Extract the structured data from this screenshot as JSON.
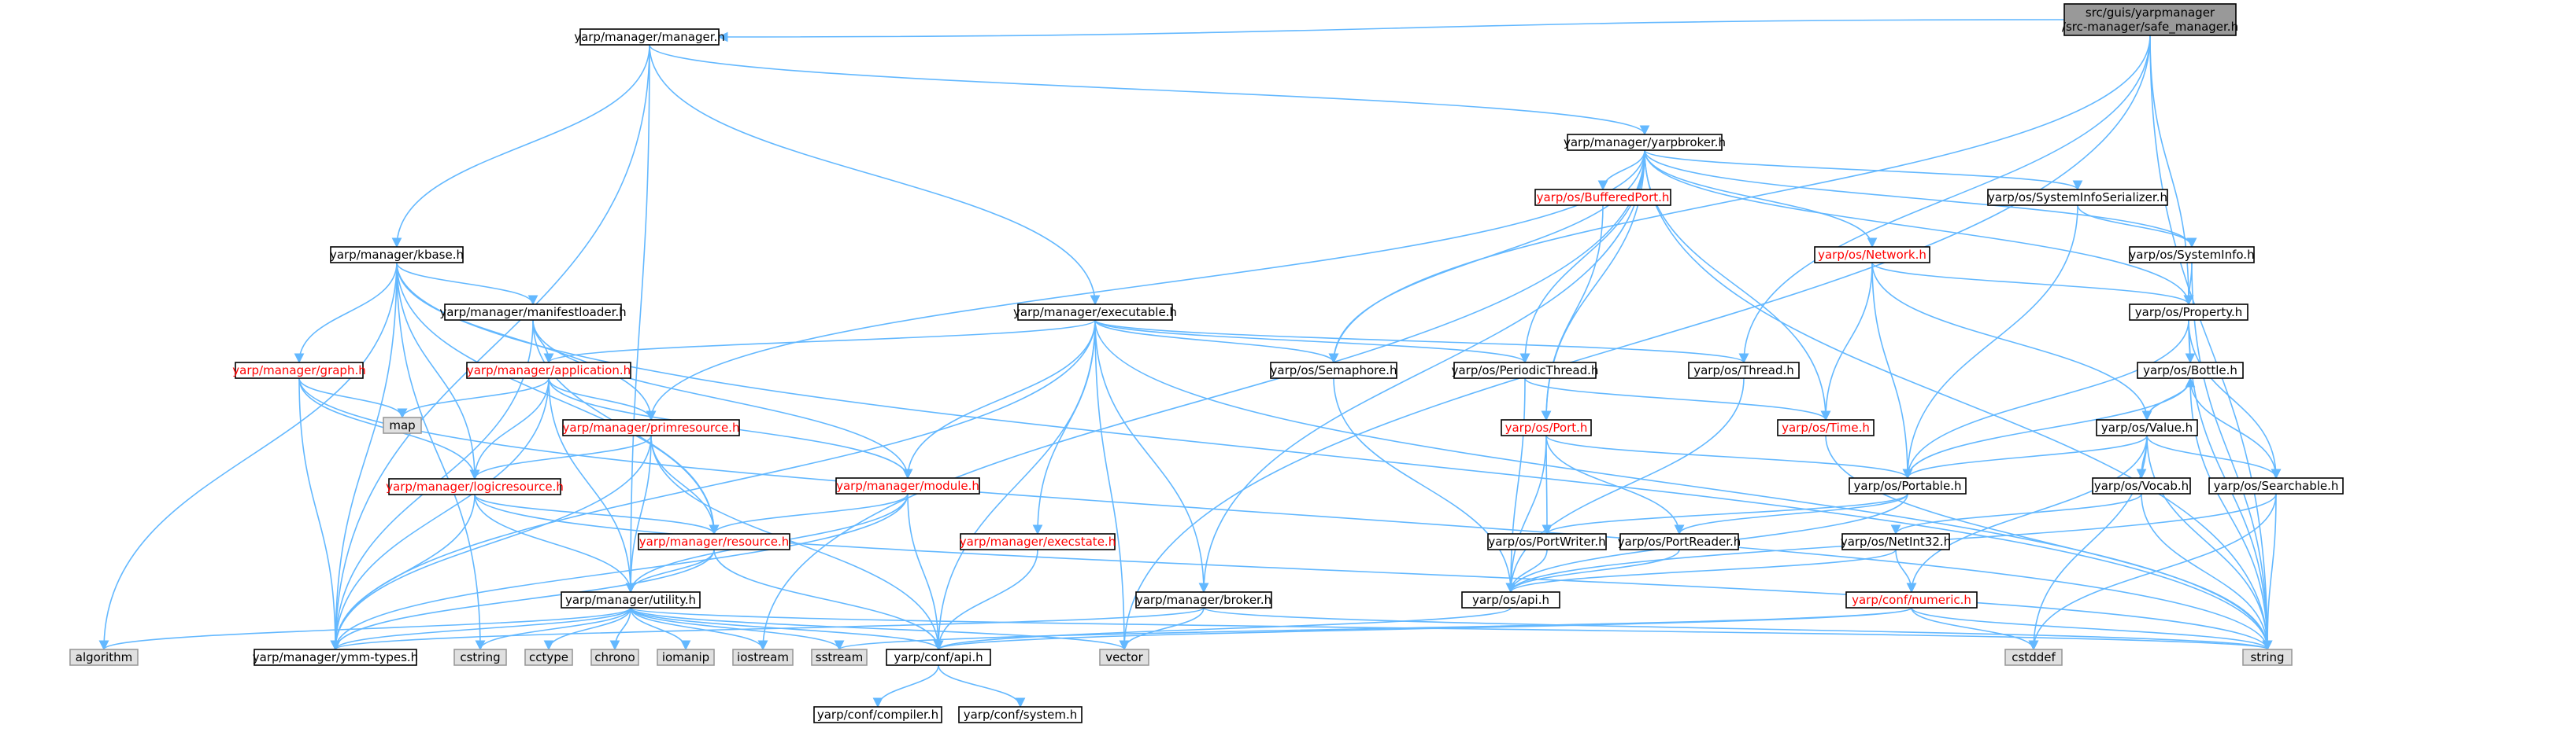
{
  "graph": {
    "colors": {
      "edge": "#63b8ff",
      "node_border": "#000000",
      "node_fill": "#ffffff",
      "red_text": "#ff0000",
      "gray_border": "#999999",
      "gray_fill": "#e0e0e0",
      "root_fill": "#999999"
    },
    "nodes": [
      {
        "id": "root",
        "lines": [
          "src/guis/yarpmanager",
          "/src-manager/safe_manager.h"
        ],
        "style": "root"
      },
      {
        "id": "manager_h",
        "lines": [
          "yarp/manager/manager.h"
        ],
        "style": "normal"
      },
      {
        "id": "yarpbroker_h",
        "lines": [
          "yarp/manager/yarpbroker.h"
        ],
        "style": "normal"
      },
      {
        "id": "kbase_h",
        "lines": [
          "yarp/manager/kbase.h"
        ],
        "style": "normal"
      },
      {
        "id": "executable_h",
        "lines": [
          "yarp/manager/executable.h"
        ],
        "style": "normal"
      },
      {
        "id": "manifestloader_h",
        "lines": [
          "yarp/manager/manifestloader.h"
        ],
        "style": "normal"
      },
      {
        "id": "application_h",
        "lines": [
          "yarp/manager/application.h"
        ],
        "style": "red"
      },
      {
        "id": "graph_h",
        "lines": [
          "yarp/manager/graph.h"
        ],
        "style": "red"
      },
      {
        "id": "map",
        "lines": [
          "map"
        ],
        "style": "gray"
      },
      {
        "id": "primresource_h",
        "lines": [
          "yarp/manager/primresource.h"
        ],
        "style": "red"
      },
      {
        "id": "logicresource_h",
        "lines": [
          "yarp/manager/logicresource.h"
        ],
        "style": "red"
      },
      {
        "id": "module_h",
        "lines": [
          "yarp/manager/module.h"
        ],
        "style": "red"
      },
      {
        "id": "resource_h",
        "lines": [
          "yarp/manager/resource.h"
        ],
        "style": "red"
      },
      {
        "id": "execstate_h",
        "lines": [
          "yarp/manager/execstate.h"
        ],
        "style": "red"
      },
      {
        "id": "broker_h",
        "lines": [
          "yarp/manager/broker.h"
        ],
        "style": "normal"
      },
      {
        "id": "utility_h",
        "lines": [
          "yarp/manager/utility.h"
        ],
        "style": "normal"
      },
      {
        "id": "ymm_types_h",
        "lines": [
          "yarp/manager/ymm-types.h"
        ],
        "style": "normal"
      },
      {
        "id": "algorithm",
        "lines": [
          "algorithm"
        ],
        "style": "gray"
      },
      {
        "id": "cstring",
        "lines": [
          "cstring"
        ],
        "style": "gray"
      },
      {
        "id": "cctype",
        "lines": [
          "cctype"
        ],
        "style": "gray"
      },
      {
        "id": "chrono",
        "lines": [
          "chrono"
        ],
        "style": "gray"
      },
      {
        "id": "iomanip",
        "lines": [
          "iomanip"
        ],
        "style": "gray"
      },
      {
        "id": "iostream",
        "lines": [
          "iostream"
        ],
        "style": "gray"
      },
      {
        "id": "sstream",
        "lines": [
          "sstream"
        ],
        "style": "gray"
      },
      {
        "id": "vector",
        "lines": [
          "vector"
        ],
        "style": "gray"
      },
      {
        "id": "conf_api_h",
        "lines": [
          "yarp/conf/api.h"
        ],
        "style": "normal"
      },
      {
        "id": "conf_compiler_h",
        "lines": [
          "yarp/conf/compiler.h"
        ],
        "style": "normal"
      },
      {
        "id": "conf_system_h",
        "lines": [
          "yarp/conf/system.h"
        ],
        "style": "normal"
      },
      {
        "id": "semaphore_h",
        "lines": [
          "yarp/os/Semaphore.h"
        ],
        "style": "normal"
      },
      {
        "id": "periodicthread_h",
        "lines": [
          "yarp/os/PeriodicThread.h"
        ],
        "style": "normal"
      },
      {
        "id": "thread_h",
        "lines": [
          "yarp/os/Thread.h"
        ],
        "style": "normal"
      },
      {
        "id": "bufferedport_h",
        "lines": [
          "yarp/os/BufferedPort.h"
        ],
        "style": "red"
      },
      {
        "id": "port_h",
        "lines": [
          "yarp/os/Port.h"
        ],
        "style": "red"
      },
      {
        "id": "time_h",
        "lines": [
          "yarp/os/Time.h"
        ],
        "style": "red"
      },
      {
        "id": "network_h",
        "lines": [
          "yarp/os/Network.h"
        ],
        "style": "red"
      },
      {
        "id": "sysinfoser_h",
        "lines": [
          "yarp/os/SystemInfoSerializer.h"
        ],
        "style": "normal"
      },
      {
        "id": "sysinfo_h",
        "lines": [
          "yarp/os/SystemInfo.h"
        ],
        "style": "normal"
      },
      {
        "id": "property_h",
        "lines": [
          "yarp/os/Property.h"
        ],
        "style": "normal"
      },
      {
        "id": "bottle_h",
        "lines": [
          "yarp/os/Bottle.h"
        ],
        "style": "normal"
      },
      {
        "id": "value_h",
        "lines": [
          "yarp/os/Value.h"
        ],
        "style": "normal"
      },
      {
        "id": "portable_h",
        "lines": [
          "yarp/os/Portable.h"
        ],
        "style": "normal"
      },
      {
        "id": "vocab_h",
        "lines": [
          "yarp/os/Vocab.h"
        ],
        "style": "normal"
      },
      {
        "id": "searchable_h",
        "lines": [
          "yarp/os/Searchable.h"
        ],
        "style": "normal"
      },
      {
        "id": "portwriter_h",
        "lines": [
          "yarp/os/PortWriter.h"
        ],
        "style": "normal"
      },
      {
        "id": "portreader_h",
        "lines": [
          "yarp/os/PortReader.h"
        ],
        "style": "normal"
      },
      {
        "id": "netint32_h",
        "lines": [
          "yarp/os/NetInt32.h"
        ],
        "style": "normal"
      },
      {
        "id": "os_api_h",
        "lines": [
          "yarp/os/api.h"
        ],
        "style": "normal"
      },
      {
        "id": "numeric_h",
        "lines": [
          "yarp/conf/numeric.h"
        ],
        "style": "red"
      },
      {
        "id": "cstddef",
        "lines": [
          "cstddef"
        ],
        "style": "gray"
      },
      {
        "id": "string",
        "lines": [
          "string"
        ],
        "style": "gray"
      }
    ],
    "edges": [
      [
        "root",
        "manager_h"
      ],
      [
        "root",
        "semaphore_h"
      ],
      [
        "root",
        "thread_h"
      ],
      [
        "root",
        "property_h"
      ],
      [
        "root",
        "vector"
      ],
      [
        "root",
        "string"
      ],
      [
        "manager_h",
        "yarpbroker_h"
      ],
      [
        "manager_h",
        "kbase_h"
      ],
      [
        "manager_h",
        "executable_h"
      ],
      [
        "manager_h",
        "ymm_types_h"
      ],
      [
        "manager_h",
        "utility_h"
      ],
      [
        "yarpbroker_h",
        "broker_h"
      ],
      [
        "yarpbroker_h",
        "primresource_h"
      ],
      [
        "yarpbroker_h",
        "semaphore_h"
      ],
      [
        "yarpbroker_h",
        "periodicthread_h"
      ],
      [
        "yarpbroker_h",
        "bufferedport_h"
      ],
      [
        "yarpbroker_h",
        "port_h"
      ],
      [
        "yarpbroker_h",
        "time_h"
      ],
      [
        "yarpbroker_h",
        "network_h"
      ],
      [
        "yarpbroker_h",
        "sysinfoser_h"
      ],
      [
        "yarpbroker_h",
        "sysinfo_h"
      ],
      [
        "yarpbroker_h",
        "property_h"
      ],
      [
        "yarpbroker_h",
        "string"
      ],
      [
        "yarpbroker_h",
        "iostream"
      ],
      [
        "kbase_h",
        "manifestloader_h"
      ],
      [
        "kbase_h",
        "graph_h"
      ],
      [
        "kbase_h",
        "primresource_h"
      ],
      [
        "kbase_h",
        "logicresource_h"
      ],
      [
        "kbase_h",
        "resource_h"
      ],
      [
        "kbase_h",
        "ymm_types_h"
      ],
      [
        "kbase_h",
        "algorithm"
      ],
      [
        "kbase_h",
        "cstring"
      ],
      [
        "kbase_h",
        "string"
      ],
      [
        "manifestloader_h",
        "application_h"
      ],
      [
        "manifestloader_h",
        "module_h"
      ],
      [
        "manifestloader_h",
        "resource_h"
      ],
      [
        "manifestloader_h",
        "ymm_types_h"
      ],
      [
        "executable_h",
        "application_h"
      ],
      [
        "executable_h",
        "module_h"
      ],
      [
        "executable_h",
        "execstate_h"
      ],
      [
        "executable_h",
        "broker_h"
      ],
      [
        "executable_h",
        "semaphore_h"
      ],
      [
        "executable_h",
        "periodicthread_h"
      ],
      [
        "executable_h",
        "thread_h"
      ],
      [
        "executable_h",
        "ymm_types_h"
      ],
      [
        "executable_h",
        "conf_api_h"
      ],
      [
        "executable_h",
        "vector"
      ],
      [
        "executable_h",
        "string"
      ],
      [
        "application_h",
        "map"
      ],
      [
        "application_h",
        "primresource_h"
      ],
      [
        "application_h",
        "logicresource_h"
      ],
      [
        "application_h",
        "module_h"
      ],
      [
        "application_h",
        "ymm_types_h"
      ],
      [
        "application_h",
        "utility_h"
      ],
      [
        "graph_h",
        "map"
      ],
      [
        "graph_h",
        "logicresource_h"
      ],
      [
        "graph_h",
        "ymm_types_h"
      ],
      [
        "graph_h",
        "string"
      ],
      [
        "primresource_h",
        "logicresource_h"
      ],
      [
        "primresource_h",
        "resource_h"
      ],
      [
        "primresource_h",
        "ymm_types_h"
      ],
      [
        "primresource_h",
        "utility_h"
      ],
      [
        "primresource_h",
        "conf_api_h"
      ],
      [
        "logicresource_h",
        "resource_h"
      ],
      [
        "logicresource_h",
        "ymm_types_h"
      ],
      [
        "logicresource_h",
        "utility_h"
      ],
      [
        "logicresource_h",
        "string"
      ],
      [
        "module_h",
        "resource_h"
      ],
      [
        "module_h",
        "utility_h"
      ],
      [
        "module_h",
        "ymm_types_h"
      ],
      [
        "module_h",
        "conf_api_h"
      ],
      [
        "resource_h",
        "utility_h"
      ],
      [
        "resource_h",
        "ymm_types_h"
      ],
      [
        "resource_h",
        "conf_api_h"
      ],
      [
        "execstate_h",
        "conf_api_h"
      ],
      [
        "broker_h",
        "vector"
      ],
      [
        "broker_h",
        "string"
      ],
      [
        "broker_h",
        "ymm_types_h"
      ],
      [
        "utility_h",
        "ymm_types_h"
      ],
      [
        "utility_h",
        "algorithm"
      ],
      [
        "utility_h",
        "cstring"
      ],
      [
        "utility_h",
        "cctype"
      ],
      [
        "utility_h",
        "chrono"
      ],
      [
        "utility_h",
        "iomanip"
      ],
      [
        "utility_h",
        "iostream"
      ],
      [
        "utility_h",
        "sstream"
      ],
      [
        "utility_h",
        "vector"
      ],
      [
        "utility_h",
        "string"
      ],
      [
        "utility_h",
        "conf_api_h"
      ],
      [
        "conf_api_h",
        "conf_compiler_h"
      ],
      [
        "conf_api_h",
        "conf_system_h"
      ],
      [
        "semaphore_h",
        "os_api_h"
      ],
      [
        "periodicthread_h",
        "time_h"
      ],
      [
        "periodicthread_h",
        "os_api_h"
      ],
      [
        "thread_h",
        "os_api_h"
      ],
      [
        "bufferedport_h",
        "port_h"
      ],
      [
        "port_h",
        "portable_h"
      ],
      [
        "port_h",
        "portwriter_h"
      ],
      [
        "port_h",
        "portreader_h"
      ],
      [
        "port_h",
        "os_api_h"
      ],
      [
        "time_h",
        "string"
      ],
      [
        "network_h",
        "time_h"
      ],
      [
        "network_h",
        "portable_h"
      ],
      [
        "network_h",
        "value_h"
      ],
      [
        "network_h",
        "property_h"
      ],
      [
        "sysinfoser_h",
        "sysinfo_h"
      ],
      [
        "sysinfoser_h",
        "portable_h"
      ],
      [
        "sysinfo_h",
        "property_h"
      ],
      [
        "sysinfo_h",
        "string"
      ],
      [
        "property_h",
        "bottle_h"
      ],
      [
        "property_h",
        "searchable_h"
      ],
      [
        "property_h",
        "portable_h"
      ],
      [
        "property_h",
        "string"
      ],
      [
        "bottle_h",
        "value_h"
      ],
      [
        "bottle_h",
        "portable_h"
      ],
      [
        "bottle_h",
        "searchable_h"
      ],
      [
        "bottle_h",
        "string"
      ],
      [
        "value_h",
        "bottle_h"
      ],
      [
        "value_h",
        "portable_h"
      ],
      [
        "value_h",
        "vocab_h"
      ],
      [
        "value_h",
        "searchable_h"
      ],
      [
        "value_h",
        "numeric_h"
      ],
      [
        "value_h",
        "cstddef"
      ],
      [
        "value_h",
        "string"
      ],
      [
        "portable_h",
        "portwriter_h"
      ],
      [
        "portable_h",
        "portreader_h"
      ],
      [
        "portable_h",
        "os_api_h"
      ],
      [
        "vocab_h",
        "netint32_h"
      ],
      [
        "vocab_h",
        "string"
      ],
      [
        "searchable_h",
        "os_api_h"
      ],
      [
        "searchable_h",
        "cstddef"
      ],
      [
        "searchable_h",
        "string"
      ],
      [
        "portwriter_h",
        "os_api_h"
      ],
      [
        "portreader_h",
        "os_api_h"
      ],
      [
        "netint32_h",
        "numeric_h"
      ],
      [
        "netint32_h",
        "os_api_h"
      ],
      [
        "os_api_h",
        "conf_api_h"
      ],
      [
        "numeric_h",
        "conf_api_h"
      ],
      [
        "numeric_h",
        "cstddef"
      ],
      [
        "numeric_h",
        "string"
      ],
      [
        "numeric_h",
        "sstream"
      ]
    ]
  }
}
